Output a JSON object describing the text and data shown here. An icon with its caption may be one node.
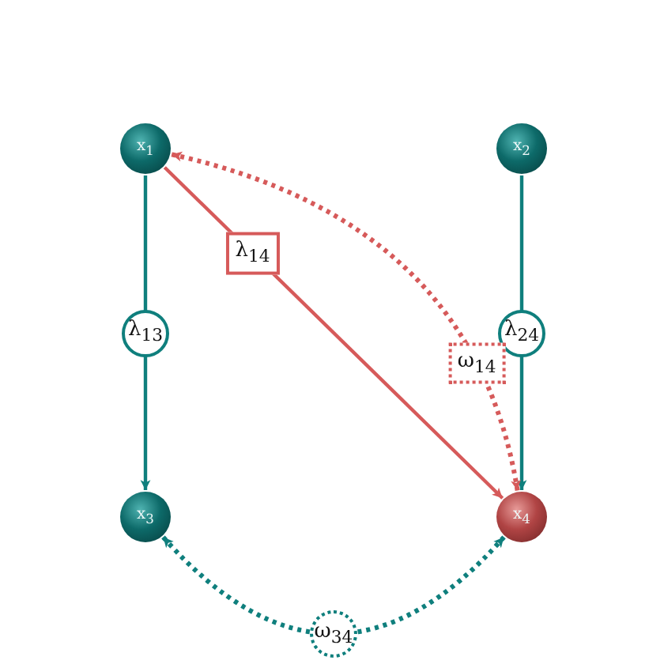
{
  "diagram": {
    "nodes": [
      {
        "text": [
          "x$_{1}$"
        ]
      },
      {
        "text": [
          "x$_{2}$"
        ]
      },
      {
        "text": [
          "x$_{3}$"
        ]
      },
      {
        "text": [
          "x$_{4}$"
        ]
      }
    ],
    "edges": [
      {
        "from": 0,
        "to": 2,
        "arrow": "to",
        "label": "λ$_{13}$"
      },
      {
        "from": 1,
        "to": 3,
        "arrow": "to",
        "label": "λ$_{24}$"
      },
      {
        "from": 0,
        "to": 3,
        "arrow": "to",
        "label": "λ$_{14}$",
        "color": "#d65a5a"
      },
      {
        "from": 0,
        "to": 3,
        "arrow": "both",
        "label": "ω$_{14}$",
        "style": "dashed",
        "color": "#d65a5a"
      },
      {
        "from": 2,
        "to": 3,
        "arrow": "both",
        "label": "ω$_{34}$",
        "style": "dashed"
      }
    ]
  }
}
